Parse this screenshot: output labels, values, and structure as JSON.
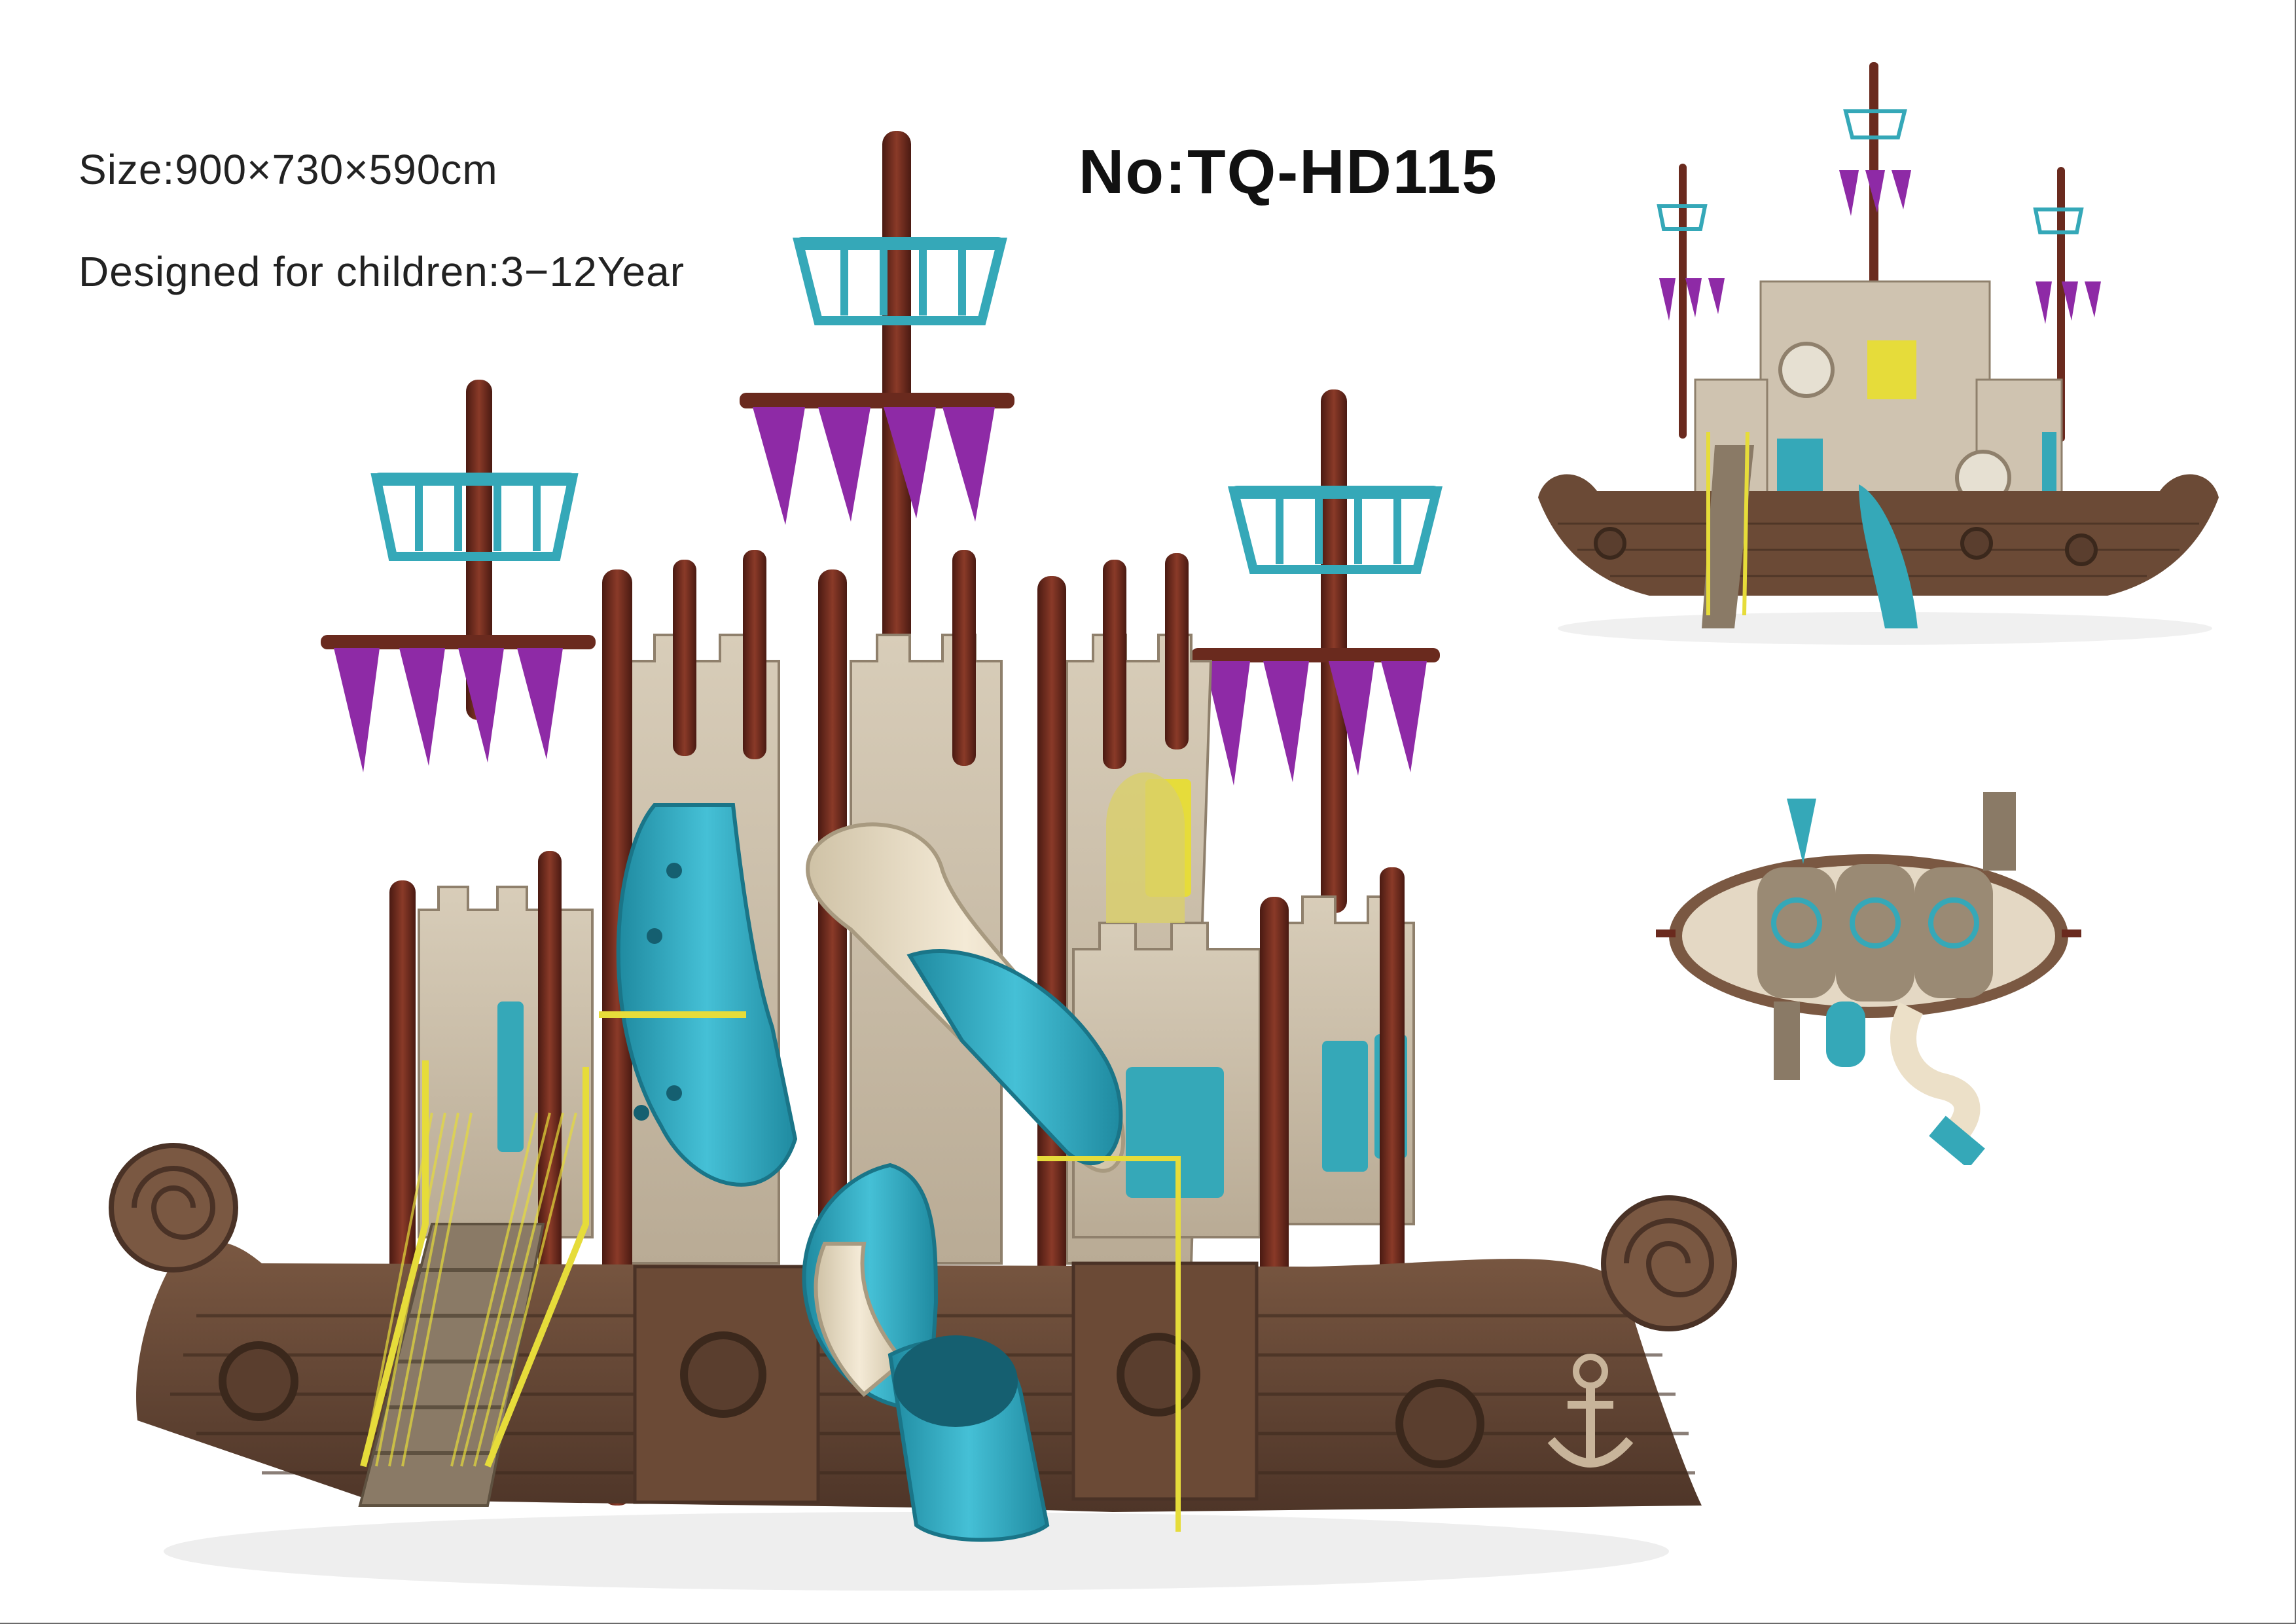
{
  "spec": {
    "size": "Size:900×730×590cm",
    "age": "Designed for children:3−12Year"
  },
  "model": {
    "number": "No:TQ-HD115"
  },
  "colors": {
    "hull": "#6b4a36",
    "hull_dark": "#4a3226",
    "post": "#6a2a1e",
    "castle": "#cfc3b0",
    "castle_dark": "#a69784",
    "slide_teal": "#2aa6be",
    "slide_cream": "#ece0c8",
    "railing": "#e6dc3a",
    "flag": "#8e2aa6",
    "basket": "#35a8b8"
  },
  "views": [
    "front-perspective",
    "rear-perspective",
    "top-plan"
  ]
}
